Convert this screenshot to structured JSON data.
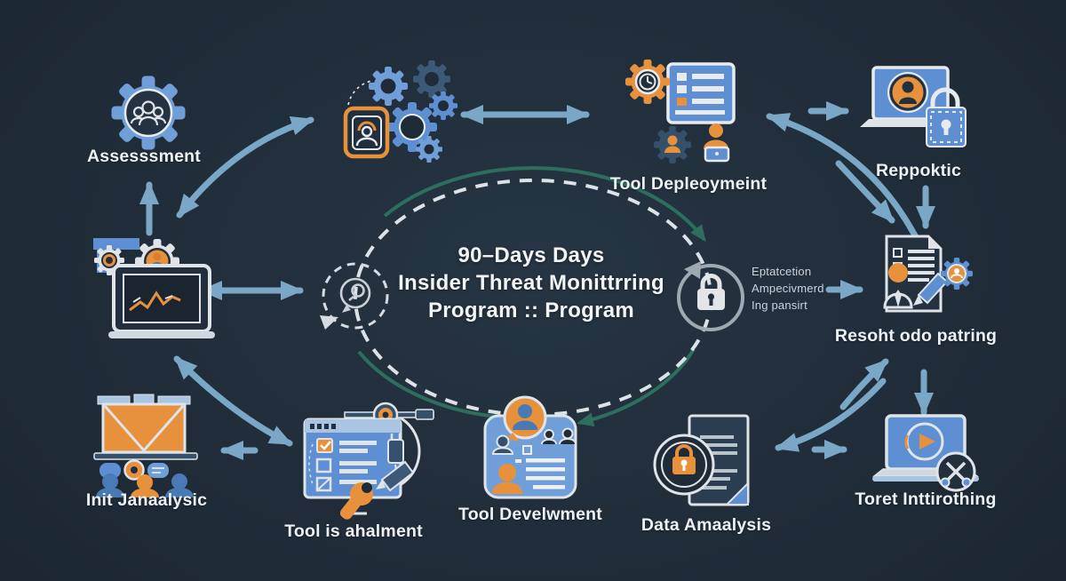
{
  "title": {
    "line1": "90–Days Days",
    "line2": "Insider Threat Monittrring",
    "line3": "Program :: Program"
  },
  "labels": {
    "assessment": "Assesssment",
    "tool_deployment": "Tool Depleoymeint",
    "reporting": "Reppoktic",
    "resolution": "Resoht odo patring",
    "init_analysis": "Init Janaalysic",
    "tool_enablement": "Tool is ahalment",
    "tool_development": "Tool Develwment",
    "data_analysis": "Data Amaalysis",
    "threat_intro": "Toret Inttirothing"
  },
  "side_note": {
    "line1": "Eptatcetion",
    "line2": "Ampecivmerd",
    "line3": "Ing pansirt"
  },
  "icons": {
    "assessment": "gear-people-icon",
    "gears_cluster": "gears-cluster-icon",
    "tool_deployment": "checklist-gear-team-icon",
    "reporting": "laptop-user-lock-icon",
    "resolution": "document-analyst-pen-gear-icon",
    "monitoring": "laptop-chart-gears-icon",
    "init_analysis": "presentation-audience-icon",
    "tool_enablement": "browser-checklist-tools-icon",
    "tool_development": "id-card-people-icon",
    "data_analysis": "document-lock-badge-icon",
    "threat_intro": "laptop-play-icon",
    "center_left": "chat-target-icon",
    "center_right": "lock-cycle-icon"
  },
  "colors": {
    "background": "#1f2b37",
    "arrow_blue": "#7ba7c6",
    "teal_arc": "#2d6f5c",
    "dashed_stroke": "#dde2e6",
    "orange": "#e8913c",
    "blue": "#5d8fd2",
    "light_blue": "#6f9ed9",
    "slate_blue": "#34506b",
    "outline": "#e7ebee"
  }
}
